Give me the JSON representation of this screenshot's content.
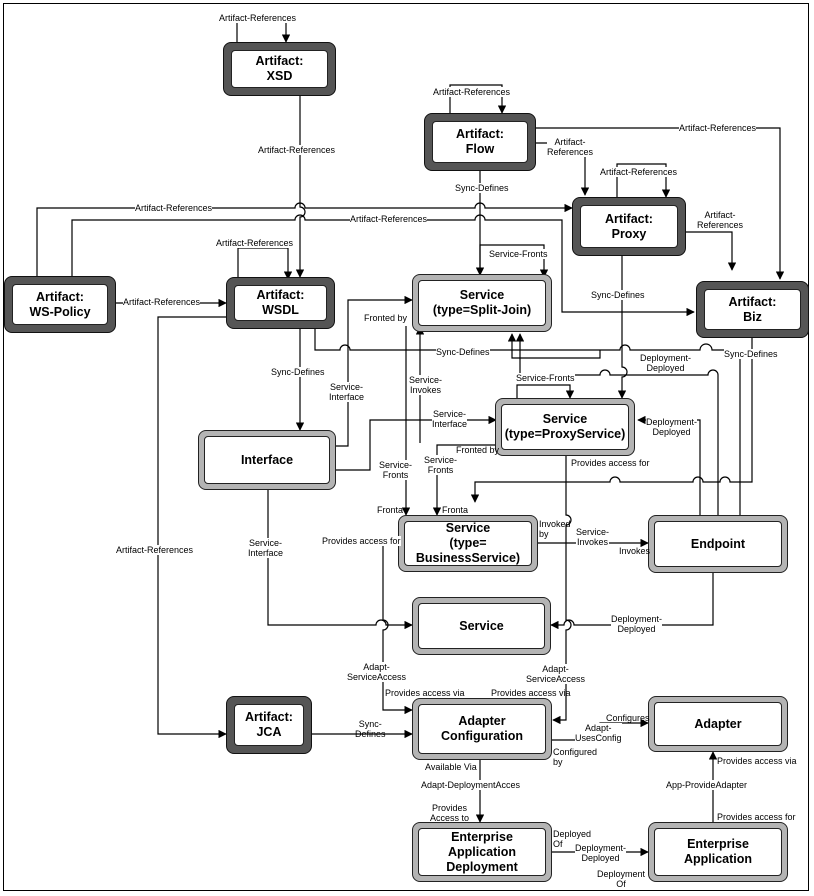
{
  "nodes": {
    "xsd": "Artifact:\nXSD",
    "flow": "Artifact:\nFlow",
    "proxy": "Artifact:\nProxy",
    "ws_policy": "Artifact:\nWS-Policy",
    "wsdl": "Artifact:\nWSDL",
    "biz": "Artifact:\nBiz",
    "split_join": "Service\n(type=Split-Join)",
    "interface": "Interface",
    "proxy_service": "Service\n(type=ProxyService)",
    "business_service": "Service\n(type=\nBusinessService)",
    "endpoint": "Endpoint",
    "service": "Service",
    "jca": "Artifact:\nJCA",
    "adapter_config": "Adapter\nConfiguration",
    "adapter": "Adapter",
    "ead": "Enterprise\nApplication\nDeployment",
    "ea": "Enterprise\nApplication"
  },
  "labels": {
    "artifact_references": "Artifact-References",
    "sync_defines": "Sync-Defines",
    "sync_defines_split": "Sync-\nDefines",
    "service_fronts": "Service-Fronts",
    "service_fronts_split": "Service-\nFronts",
    "fronted_by": "Fronted by",
    "service_interface_split": "Service-\nInterface",
    "service_invokes_split": "Service-\nInvokes",
    "deployment_deployed_split": "Deployment-\nDeployed",
    "provides_access_for": "Provides access for",
    "fronta": "Fronta",
    "invoked_by": "Invoked\nby",
    "invokes": "Invokes",
    "adapt_service_access": "Adapt-\nServiceAccess",
    "provides_access_via": "Provides access via",
    "configures": "Configures",
    "adapt_uses_config": "Adapt-\nUsesConfig",
    "configured_by": "Configured\nby",
    "available_via": "Available Via",
    "adapt_deployment_acces": "Adapt-DeploymentAcces",
    "provides_access_to": "Provides\nAccess to",
    "deployed_of": "Deployed\nOf",
    "deployment_of": "Deployment\nOf",
    "app_provide_adapter": "App-ProvideAdapter"
  }
}
